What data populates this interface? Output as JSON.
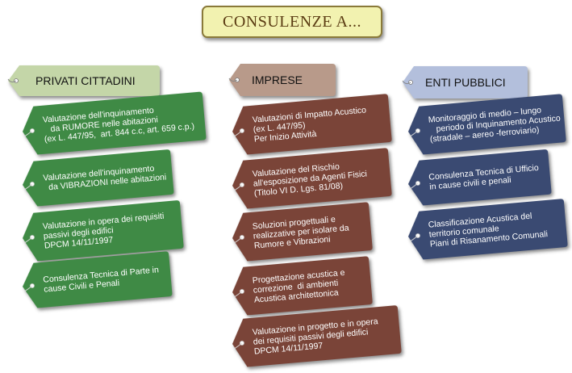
{
  "title": "CONSULENZE A...",
  "colors": {
    "green": "#3f8a45",
    "brown": "#7a4438",
    "navy": "#3a4a72",
    "head_green": "#c4d6a8",
    "head_brown": "#b89a8a",
    "head_blue": "#b3bfdc",
    "title_bg": "#f2f2b0"
  },
  "columns": [
    {
      "heading": "PRIVATI CITTADINI",
      "items": [
        "Valutazione dell'inquinamento\n   da RUMORE nelle abitazioni\n(ex L. 447/95,  art. 844 c.c, art. 659 c.p.)",
        "Valutazione dell'inquinamento\n  da VIBRAZIONI nelle abitazioni",
        "Valutazione in opera dei requisiti\npassivi degli edifici\nDPCM 14/11/1997",
        "Consulenza Tecnica di Parte in\ncause Civili e Penali"
      ]
    },
    {
      "heading": "IMPRESE",
      "items": [
        "Valutazioni di Impatto Acustico\n(ex L. 447/95)\nPer Inizio Attività",
        "Valutazione del Rischio\nall'esposizione da Agenti Fisici\n(Titolo VI D. Lgs. 81/08)",
        "Soluzioni progettuali e\nrealizzative per isolare da\nRumore e Vibrazioni",
        "Progettazione acustica e\ncorrezione  di ambienti\nAcustica architettonica",
        "Valutazione in progetto e in opera\ndei requisiti passivi degli edifici\nDPCM 14/11/1997"
      ]
    },
    {
      "heading": "ENTI PUBBLICI",
      "items": [
        "Monitoraggio di medio – lungo\n   periodo di Inquinamento Acustico\n(stradale – aereo -ferroviario)",
        "Consulenza Tecnica di Ufficio\nin cause civili e penali",
        "Classificazione Acustica del\nterritorio comunale\nPiani di Risanamento Comunali"
      ]
    }
  ]
}
